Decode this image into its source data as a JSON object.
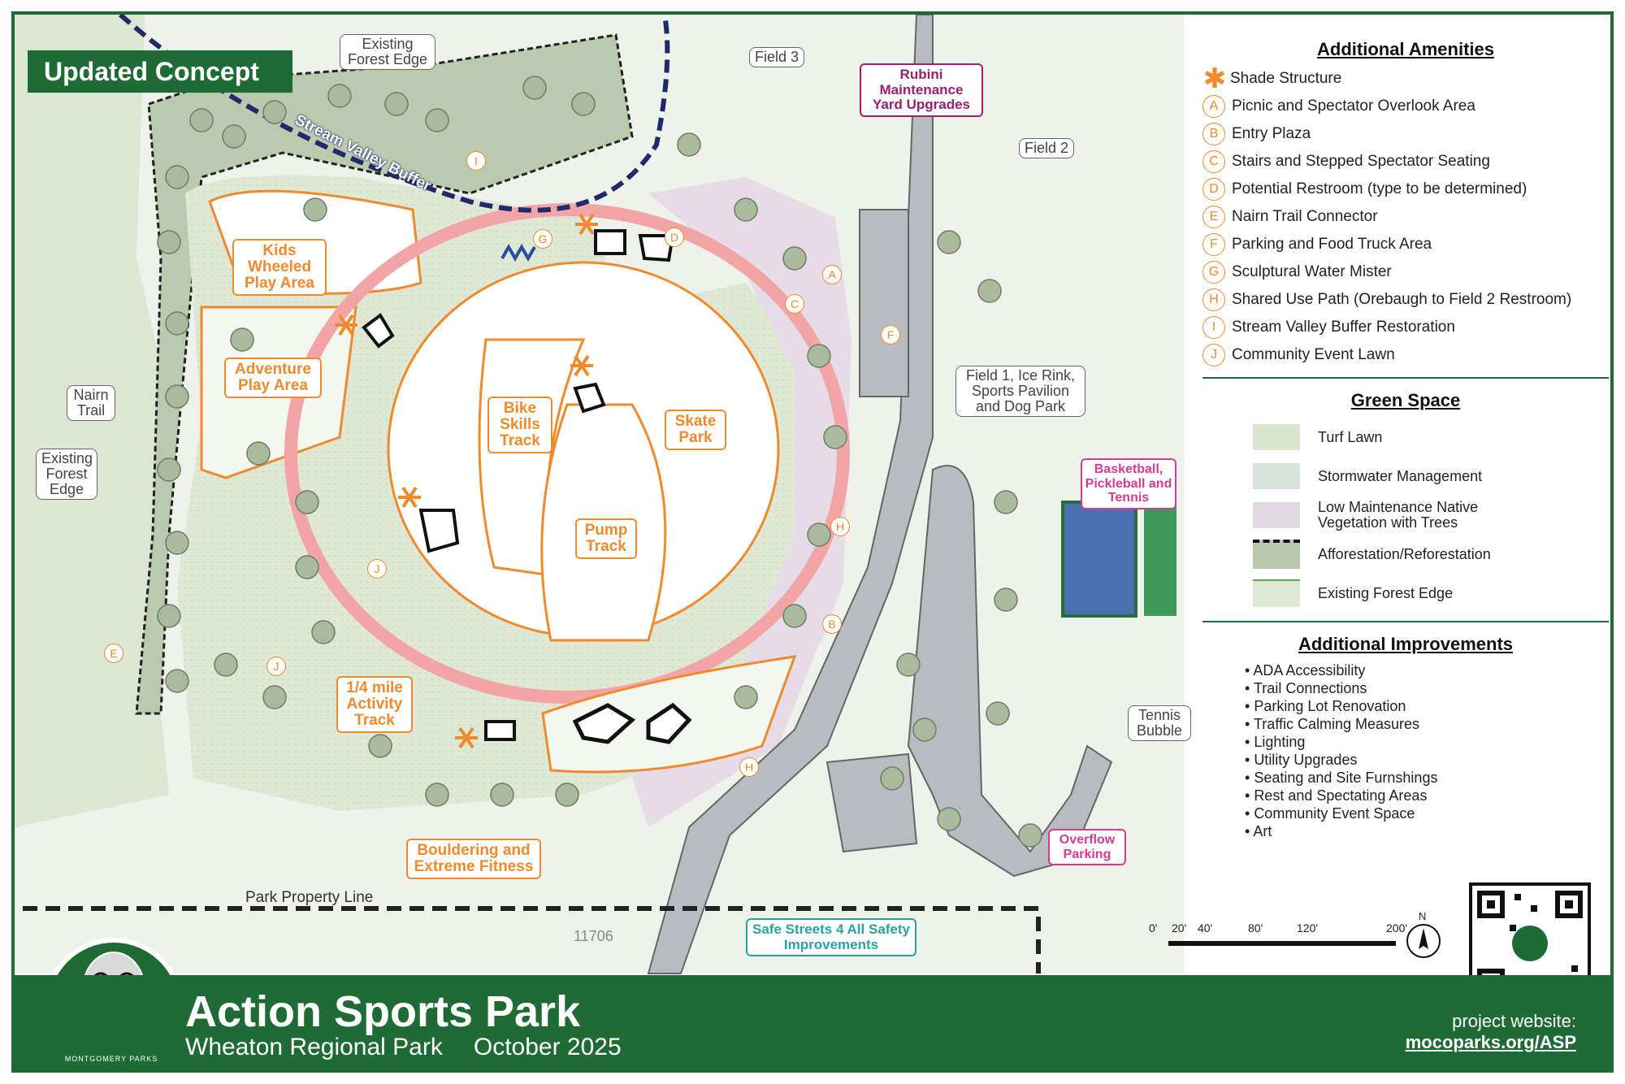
{
  "badge": "Updated Concept",
  "footer": {
    "title": "Action Sports Park",
    "subtitle": "Wheaton Regional Park",
    "date": "October 2025",
    "website_label": "project website:",
    "website_url": "mocoparks.org/ASP",
    "logo_text": "MONTGOMERY PARKS"
  },
  "map_labels": {
    "existing_forest_edge_top": "Existing Forest Edge",
    "existing_forest_edge_left": "Existing Forest Edge",
    "stream_valley_buffer": "Stream Valley Buffer",
    "field3": "Field 3",
    "field2": "Field 2",
    "rubini": "Rubini Maintenance Yard Upgrades",
    "nairn_trail": "Nairn Trail",
    "kids_wheeled": "Kids Wheeled Play Area",
    "adventure": "Adventure Play Area",
    "bike_skills": "Bike Skills Track",
    "skate_park": "Skate Park",
    "pump_track": "Pump Track",
    "activity_track": "1/4 mile Activity Track",
    "bouldering": "Bouldering and Extreme Fitness",
    "field1": "Field 1, Ice Rink, Sports Pavilion and Dog Park",
    "basketball": "Basketball, Pickleball and Tennis",
    "tennis_bubble": "Tennis Bubble",
    "overflow_parking": "Overflow Parking",
    "property_line": "Park Property Line",
    "safe_streets": "Safe Streets 4 All Safety Improvements",
    "parcel_number": "11706",
    "scale": [
      "0'",
      "20'",
      "40'",
      "80'",
      "120'",
      "200'"
    ],
    "north": "N",
    "markers": {
      "A": "A",
      "B": "B",
      "C": "C",
      "D": "D",
      "E": "E",
      "F": "F",
      "G": "G",
      "H": "H",
      "I": "I",
      "J": "J"
    }
  },
  "legend": {
    "amenities_title": "Additional Amenities",
    "amenities": [
      {
        "symbol": "*",
        "label": "Shade Structure"
      },
      {
        "symbol": "A",
        "label": "Picnic and Spectator Overlook Area"
      },
      {
        "symbol": "B",
        "label": "Entry Plaza"
      },
      {
        "symbol": "C",
        "label": "Stairs and Stepped Spectator Seating"
      },
      {
        "symbol": "D",
        "label": "Potential Restroom (type to be determined)"
      },
      {
        "symbol": "E",
        "label": "Nairn Trail Connector"
      },
      {
        "symbol": "F",
        "label": "Parking and Food Truck Area"
      },
      {
        "symbol": "G",
        "label": "Sculptural Water Mister"
      },
      {
        "symbol": "H",
        "label": "Shared Use Path (Orebaugh to Field 2 Restroom)"
      },
      {
        "symbol": "I",
        "label": "Stream Valley Buffer Restoration"
      },
      {
        "symbol": "J",
        "label": "Community Event Lawn"
      }
    ],
    "green_title": "Green Space",
    "green": [
      {
        "label": "Turf Lawn",
        "color": "#d9e6cc"
      },
      {
        "label": "Stormwater Management",
        "color": "#d7e2dd"
      },
      {
        "label": "Low Maintenance Native Vegetation with Trees",
        "color": "#e3d9e4"
      },
      {
        "label": "Afforestation/Reforestation",
        "color": "#b8c9ad"
      },
      {
        "label": "Existing Forest Edge",
        "color": "#dfe8d6"
      }
    ],
    "improvements_title": "Additional Improvements",
    "improvements": [
      "ADA Accessibility",
      "Trail Connections",
      "Parking Lot Renovation",
      "Traffic Calming Measures",
      "Lighting",
      "Utility Upgrades",
      "Seating and Site Furnshings",
      "Rest and Spectating Areas",
      "Community Event Space",
      "Art"
    ]
  },
  "colors": {
    "brand_green": "#1f6b35",
    "orange": "#f08a2c",
    "track": "#f3a5a5",
    "magenta": "#9b1f6e",
    "pink": "#d63b94",
    "teal": "#2aa39f"
  }
}
